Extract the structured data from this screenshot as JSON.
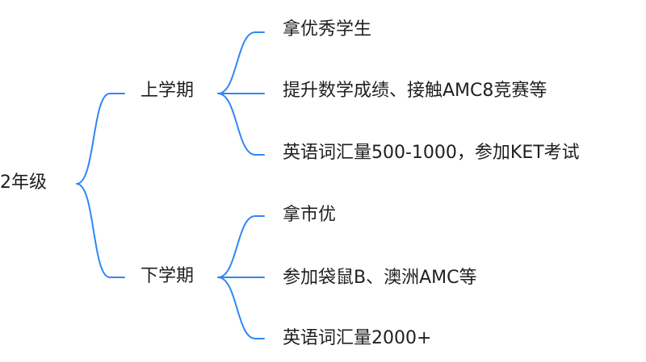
{
  "diagram": {
    "root": {
      "label": "2年级"
    },
    "branches": [
      {
        "label": "上学期",
        "children": [
          "拿优秀学生",
          "提升数学成绩、接触AMC8竞赛等",
          "英语词汇量500-1000，参加KET考试"
        ]
      },
      {
        "label": "下学期",
        "children": [
          "拿市优",
          "参加袋鼠B、澳洲AMC等",
          "英语词汇量2000+"
        ]
      }
    ],
    "colors": {
      "connector": "#2f86f6",
      "text": "#1f1f1f"
    }
  }
}
